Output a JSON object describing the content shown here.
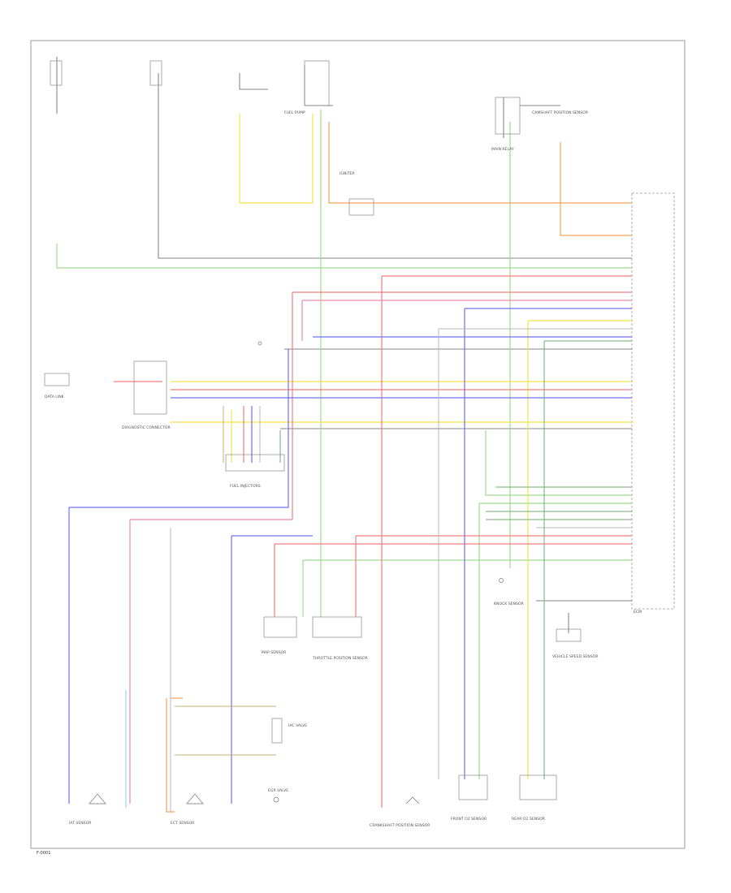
{
  "footer_code": "F-0001",
  "components": {
    "ecm": "ECM",
    "igniter": "IGNITER",
    "data_link": "DATA LINK",
    "diag_connector": "DIAGNOSTIC CONNECTOR",
    "map_sensor": "MAP SENSOR",
    "tp_sensor": "THROTTLE POSITION SENSOR",
    "iat_sensor": "IAT SENSOR",
    "ect_sensor": "ECT SENSOR",
    "o2_front": "FRONT O2 SENSOR",
    "o2_rear": "REAR O2 SENSOR",
    "injectors": "FUEL INJECTORS",
    "iac_valve": "IAC VALVE",
    "egr_valve": "EGR VALVE",
    "knock_sensor": "KNOCK SENSOR",
    "crank_sensor": "CRANKSHAFT POSITION SENSOR",
    "cam_sensor": "CAMSHAFT POSITION SENSOR",
    "fuel_pump": "FUEL PUMP",
    "main_relay": "MAIN RELAY",
    "vss": "VEHICLE SPEED SENSOR"
  },
  "colors": {
    "frame": "#9a9a9a",
    "black_wire": "#5c5c5c",
    "yellow_wire": "#f2e24a",
    "green_wire": "#9fdb8c",
    "orange_wire": "#f0a45a",
    "red_wire": "#ef7f7f",
    "pink_wire": "#e68ab0",
    "blue_wire": "#6f6ff0",
    "light_blue_wire": "#8ec8e8",
    "gray_wire": "#b8b8b8",
    "tan_wire": "#c9b070",
    "dark_green_wire": "#6fae6f"
  }
}
